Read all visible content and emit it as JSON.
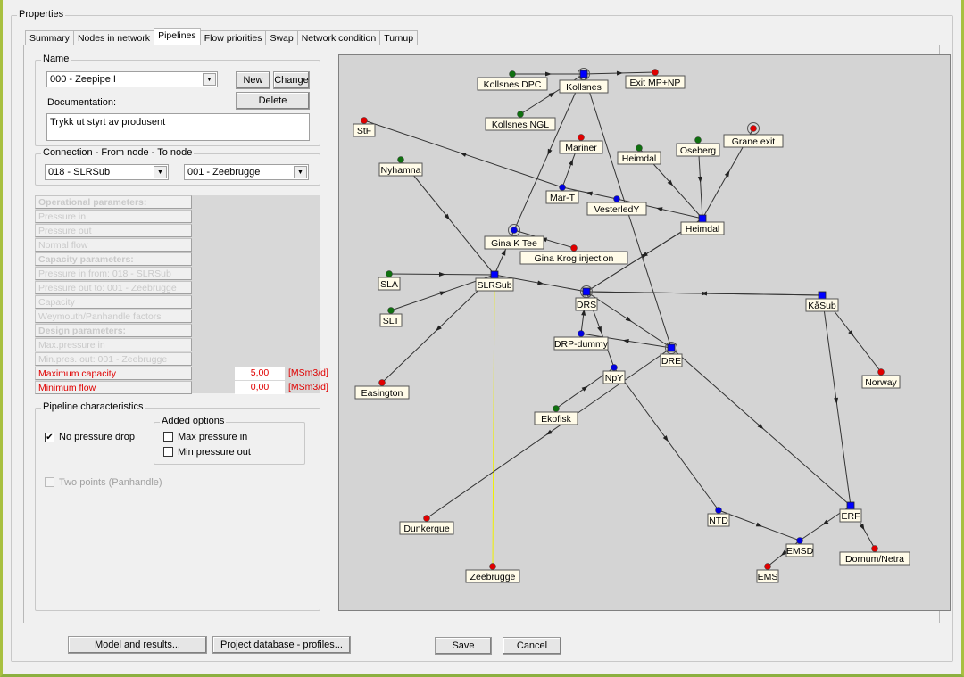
{
  "properties_title": "Properties",
  "tabs": [
    "Summary",
    "Nodes in network",
    "Pipelines",
    "Flow priorities",
    "Swap",
    "Network condition",
    "Turnup"
  ],
  "active_tab": "Pipelines",
  "name_group": {
    "title": "Name",
    "selected": "000 - Zeepipe I",
    "new_label": "New",
    "change_label": "Change",
    "delete_label": "Delete",
    "doc_label": "Documentation:",
    "doc_value": "Trykk ut styrt av produsent"
  },
  "connection": {
    "title": "Connection - From node - To node",
    "from": "018 - SLRSub",
    "to": "001 - Zeebrugge"
  },
  "params": [
    {
      "label": "Operational parameters:",
      "bold": true
    },
    {
      "label": "Pressure in"
    },
    {
      "label": "Pressure out"
    },
    {
      "label": "Normal flow"
    },
    {
      "label": "Capacity parameters:",
      "bold": true
    },
    {
      "label": "Pressure in from: 018 - SLRSub"
    },
    {
      "label": "Pressure out to:      001 - Zeebrugge"
    },
    {
      "label": "Capacity"
    },
    {
      "label": "Weymouth/Panhandle factors"
    },
    {
      "label": "Design parameters:",
      "bold": true
    },
    {
      "label": "Max.pressure in"
    },
    {
      "label": "Min.pres. out: 001 - Zeebrugge"
    },
    {
      "label": "Maximum capacity",
      "active": true,
      "value": "5,00",
      "unit": "[MSm3/d]"
    },
    {
      "label": "Minimum flow",
      "active": true,
      "value": "0,00",
      "unit": "[MSm3/d]"
    }
  ],
  "characteristics": {
    "title": "Pipeline characteristics",
    "no_pressure_drop": "No pressure drop",
    "no_pressure_drop_checked": true,
    "added_options": "Added options",
    "max_pressure_in": "Max pressure in",
    "min_pressure_out": "Min pressure out",
    "two_points": "Two points (Panhandle)"
  },
  "buttons": {
    "model": "Model and results...",
    "project": "Project database - profiles...",
    "save": "Save",
    "cancel": "Cancel"
  },
  "colors": {
    "source": "#107010",
    "sink": "#e00000",
    "junction": "#0000e0",
    "hub": "#0000ff",
    "selected_pipe": "#f0f000"
  },
  "network": {
    "nodes": [
      {
        "label": "Kollsnes DPC",
        "type": "source"
      },
      {
        "label": "Kollsnes",
        "type": "hub",
        "ring": true
      },
      {
        "label": "Exit MP+NP",
        "type": "sink"
      },
      {
        "label": "Kollsnes NGL",
        "type": "source"
      },
      {
        "label": "StF",
        "type": "sink"
      },
      {
        "label": "Mariner",
        "type": "sink"
      },
      {
        "label": "Heimdal",
        "type": "source"
      },
      {
        "label": "Oseberg",
        "type": "source"
      },
      {
        "label": "Grane exit",
        "type": "sink",
        "ring": true
      },
      {
        "label": "Nyhamna",
        "type": "source"
      },
      {
        "label": "Mar-T",
        "type": "junction"
      },
      {
        "label": "VesterledY",
        "type": "junction"
      },
      {
        "label": "Heimdal",
        "type": "hub"
      },
      {
        "label": "Gina K Tee",
        "type": "junction",
        "ring": true
      },
      {
        "label": "Gina Krog injection",
        "type": "sink"
      },
      {
        "label": "SLA",
        "type": "source"
      },
      {
        "label": "SLRSub",
        "type": "hub"
      },
      {
        "label": "DRS",
        "type": "hub",
        "ring": true
      },
      {
        "label": "KåSub",
        "type": "hub"
      },
      {
        "label": "SLT",
        "type": "source"
      },
      {
        "label": "DRP-dummy",
        "type": "junction"
      },
      {
        "label": "DRE",
        "type": "hub",
        "ring": true
      },
      {
        "label": "NpY",
        "type": "junction"
      },
      {
        "label": "Norway",
        "type": "sink"
      },
      {
        "label": "Easington",
        "type": "sink"
      },
      {
        "label": "Ekofisk",
        "type": "source"
      },
      {
        "label": "ERF",
        "type": "hub"
      },
      {
        "label": "NTD",
        "type": "junction"
      },
      {
        "label": "Dunkerque",
        "type": "sink"
      },
      {
        "label": "EMSD",
        "type": "junction"
      },
      {
        "label": "Dornum/Netra",
        "type": "sink"
      },
      {
        "label": "EMS",
        "type": "sink"
      },
      {
        "label": "Zeebrugge",
        "type": "sink"
      }
    ],
    "edges": [
      [
        0,
        1
      ],
      [
        1,
        2
      ],
      [
        3,
        1
      ],
      [
        12,
        11
      ],
      [
        11,
        10
      ],
      [
        10,
        4
      ],
      [
        1,
        13
      ],
      [
        1,
        21
      ],
      [
        10,
        5
      ],
      [
        6,
        12
      ],
      [
        7,
        12
      ],
      [
        12,
        8
      ],
      [
        14,
        13
      ],
      [
        16,
        13
      ],
      [
        9,
        16
      ],
      [
        15,
        16
      ],
      [
        19,
        16
      ],
      [
        16,
        24
      ],
      [
        16,
        17
      ],
      [
        12,
        17
      ],
      [
        17,
        12
      ],
      [
        18,
        17
      ],
      [
        17,
        18
      ],
      [
        17,
        21
      ],
      [
        21,
        20
      ],
      [
        20,
        17
      ],
      [
        17,
        22
      ],
      [
        25,
        22
      ],
      [
        21,
        28
      ],
      [
        22,
        27
      ],
      [
        21,
        26
      ],
      [
        18,
        26
      ],
      [
        18,
        23
      ],
      [
        27,
        29
      ],
      [
        26,
        29
      ],
      [
        29,
        31
      ],
      [
        26,
        30
      ]
    ],
    "selected_edge": [
      16,
      32
    ]
  }
}
